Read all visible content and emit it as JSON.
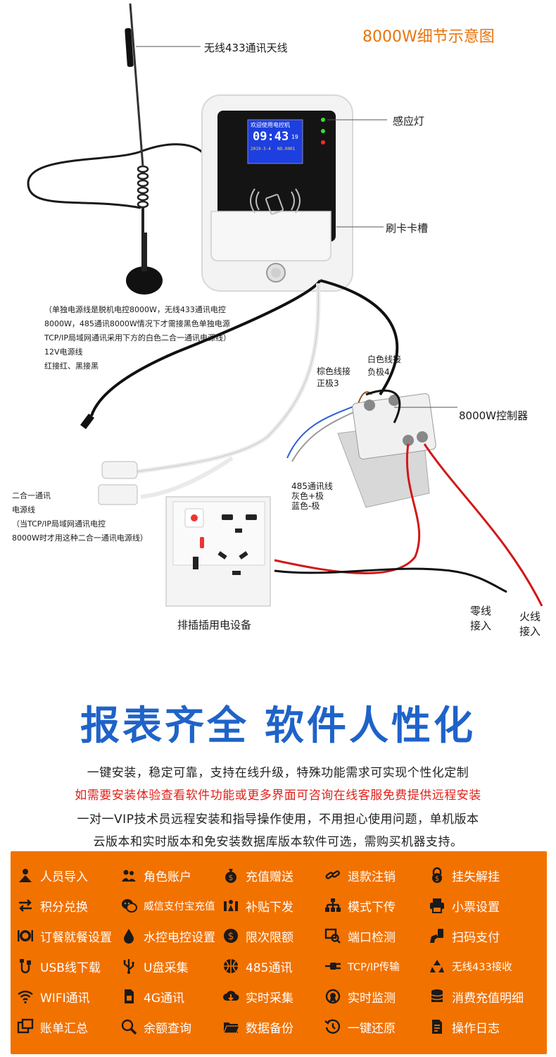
{
  "title": "8000W细节示意图",
  "labels": {
    "antenna": "无线433通讯天线",
    "indicator": "感应灯",
    "card_slot": "刷卡卡槽",
    "power_note_1": "（单独电源线是脱机电控8000W，无线433通讯电控",
    "power_note_2": "8000W，485通讯8000W情况下才需接黑色单独电源",
    "power_note_3": "TCP/IP局域网通讯采用下方的白色二合一通讯电源线）",
    "power_note_4": "12V电源线",
    "power_note_5": "红接红、黑接黑",
    "brown_wire_1": "棕色线接",
    "brown_wire_2": "正极3",
    "white_wire_1": "白色线接",
    "white_wire_2": "负极4",
    "controller": "8000W控制器",
    "rs485_1": "485通讯线",
    "rs485_2": "灰色+极",
    "rs485_3": "蓝色-极",
    "combo_1": "二合一通讯",
    "combo_2": "电源线",
    "combo_3": "（当TCP/IP局域网通讯电控",
    "combo_4": "8000W时才用这种二合一通讯电源线）",
    "socket": "排插插用电设备",
    "neutral_1": "零线",
    "neutral_2": "接入",
    "live_1": "火线",
    "live_2": "接入"
  },
  "device_screen": {
    "welcome": "欢迎使用电控机",
    "time": "09:43",
    "side": "19",
    "date": "2019-3-4",
    "number": "NO.0001"
  },
  "headline": {
    "part1": "报表齐全",
    "part2": "软件人性化"
  },
  "description": {
    "line1": "一键安装，稳定可靠，支持在线升级，特殊功能需求可实现个性化定制",
    "line2": "如需要安装体验查看软件功能或更多界面可咨询在线客服免费提供远程安装",
    "line3": "一对一VIP技术员远程安装和指导操作使用，不用担心使用问题，单机版本",
    "line4": "云版本和实时版本和免安装数据库版本软件可选，需购买机器支持。"
  },
  "features": [
    {
      "label": "人员导入",
      "icon": "users-icon"
    },
    {
      "label": "角色账户",
      "icon": "people-icon"
    },
    {
      "label": "充值赠送",
      "icon": "money-bag-icon"
    },
    {
      "label": "退款注销",
      "icon": "link-icon"
    },
    {
      "label": "挂失解挂",
      "icon": "padlock-icon"
    },
    {
      "label": "积分兑换",
      "icon": "exchange-icon"
    },
    {
      "label": "威信支付宝充值",
      "icon": "wechat-alipay-icon"
    },
    {
      "label": "补贴下发",
      "icon": "subsidy-icon"
    },
    {
      "label": "模式下传",
      "icon": "org-chart-icon"
    },
    {
      "label": "小票设置",
      "icon": "printer-icon"
    },
    {
      "label": "订餐就餐设置",
      "icon": "dining-icon"
    },
    {
      "label": "水控电控设置",
      "icon": "water-drop-icon"
    },
    {
      "label": "限次限额",
      "icon": "dollar-circle-icon"
    },
    {
      "label": "端口检测",
      "icon": "port-search-icon"
    },
    {
      "label": "扫码支付",
      "icon": "scan-hand-icon"
    },
    {
      "label": "USB线下载",
      "icon": "usb-cable-icon"
    },
    {
      "label": "U盘采集",
      "icon": "usb-symbol-icon"
    },
    {
      "label": "485通讯",
      "icon": "basketball-icon"
    },
    {
      "label": "TCP/IP传输",
      "icon": "plug-icon"
    },
    {
      "label": "无线433接收",
      "icon": "recycle-icon"
    },
    {
      "label": "WIFI通讯",
      "icon": "wifi-icon"
    },
    {
      "label": "4G通讯",
      "icon": "sim-card-icon"
    },
    {
      "label": "实时采集",
      "icon": "cloud-download-icon"
    },
    {
      "label": "实时监测",
      "icon": "monitor-badge-icon"
    },
    {
      "label": "消费充值明细",
      "icon": "coins-stack-icon"
    },
    {
      "label": "账单汇总",
      "icon": "windows-icon"
    },
    {
      "label": "余额查询",
      "icon": "search-icon"
    },
    {
      "label": "数据备份",
      "icon": "folder-backup-icon"
    },
    {
      "label": "一键还原",
      "icon": "restore-clock-icon"
    },
    {
      "label": "操作日志",
      "icon": "document-icon"
    }
  ],
  "colors": {
    "title": "#e8740c",
    "headline": "#1f63c9",
    "highlight_text": "#e0201a",
    "panel": "#f27200",
    "panel_text": "#ffffff"
  }
}
